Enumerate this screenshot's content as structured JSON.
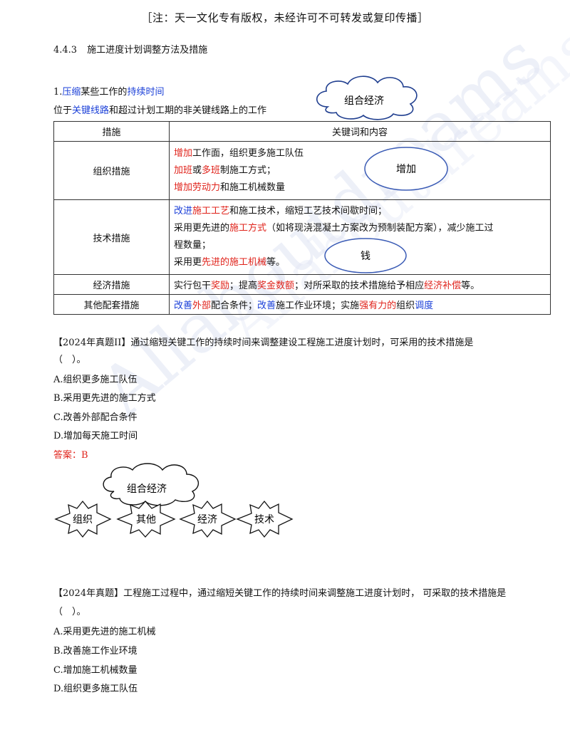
{
  "header": "［注：天一文化专有版权，未经许可不可转发或复印传播］",
  "section": {
    "number": "4.4.3",
    "title": "施工进度计划调整方法及措施"
  },
  "point1": {
    "num": "1.",
    "w1": "压缩",
    "w2": "某些工作的",
    "w3": "持续时间",
    "desc_a": "位于",
    "desc_b": "关键线路",
    "desc_c": "和超过计划工期的非关键线路上的工作"
  },
  "cloud_top": "组合经济",
  "ellipse_add": "增加",
  "ellipse_money": "钱",
  "table": {
    "col1": "措施",
    "col2": "关键词和内容",
    "row_org": {
      "label": "组织措施",
      "l1a": "增加",
      "l1b": "工作面，组织更多施工队伍",
      "l2a": "加班",
      "l2b": "或",
      "l2c": "多班",
      "l2d": "制施工方式；",
      "l3a": "增加劳动力",
      "l3b": "和施工机械数量"
    },
    "row_tech": {
      "label": "技术措施",
      "l1a": "改进",
      "l1b": "施工工艺",
      "l1c": "和施工技术，缩短工艺技术间歇时间；",
      "l2a": "采用更先进的",
      "l2b": "施工方式",
      "l2c": "（如将现浇混凝土方案改为预制装配方案），减少施工过",
      "l3": "程数量；",
      "l4a": "采用更",
      "l4b": "先进的施工机械",
      "l4c": "等。"
    },
    "row_econ": {
      "label": "经济措施",
      "a": "实行包干",
      "b": "奖励",
      "c": "；提高",
      "d": "奖金数额",
      "e": "；对所采取的技术措施给予相应",
      "f": "经济补偿",
      "g": "等。"
    },
    "row_other": {
      "label": "其他配套措施",
      "a": "改善",
      "b": "外部",
      "c": "配合条件；",
      "d": "改善",
      "e": "施工作业环境；实施",
      "f": "强有力的",
      "g": "组织",
      "h": "调度"
    }
  },
  "q1": {
    "stem_line1": "【2024年真题II】通过缩短关键工作的持续时间来调整建设工程施工进度计划时，可采用的技术措施是",
    "stem_line2": "（　）。",
    "options": [
      "A.组织更多施工队伍",
      "B.采用更先进的施工方式",
      "C.改善外部配合条件",
      "D.增加每天施工时间"
    ],
    "answer": "答案：B"
  },
  "diagram": {
    "cloud": "组合经济",
    "stars": [
      "组织",
      "其他",
      "经济",
      "技术"
    ]
  },
  "q2": {
    "stem_line1": "【2024年真题】工程施工过程中，通过缩短关键工作的持续时间来调整施工进度计划时，  可采取的技术措施是",
    "stem_line2": "（　）。",
    "options": [
      "A.采用更先进的施工机械",
      "B.改善施工作业环境",
      "C.增加施工机械数量",
      "D.组织更多施工队伍"
    ]
  },
  "watermark": "Allaboutdreams",
  "colors": {
    "blue": "#1a3fd8",
    "red": "#e0231b",
    "ellipse_stroke": "#3a5bb5"
  }
}
